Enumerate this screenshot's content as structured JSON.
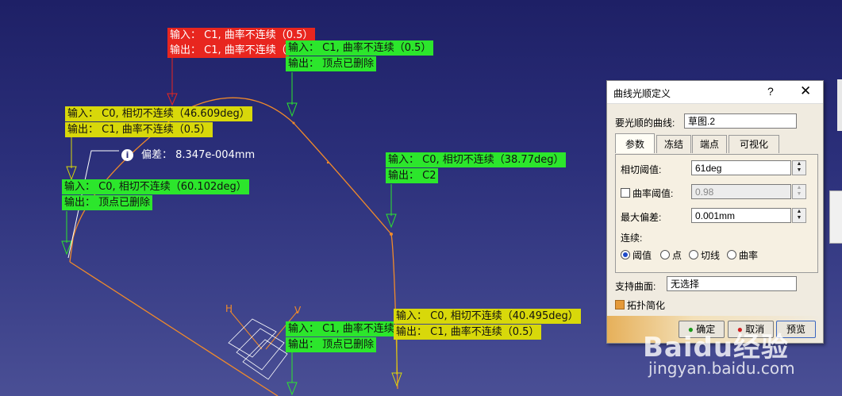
{
  "annotations": [
    {
      "id": "a1",
      "input": "输入： C1, 曲率不连续（0.5）",
      "output": "输出： C1, 曲率不连续（",
      "color": "#e8261f"
    },
    {
      "id": "a2",
      "input": "输入： C1, 曲率不连续（0.5）",
      "output": "输出： 顶点已删除",
      "color": "#2ce62c"
    },
    {
      "id": "a3",
      "input": "输入： C0, 相切不连续（46.609deg）",
      "output": "输出： C1, 曲率不连续（0.5）",
      "color": "#d8d80a"
    },
    {
      "id": "a4",
      "input": "输入： C0, 相切不连续（60.102deg）",
      "output": "输出： 顶点已删除",
      "color": "#2ce62c"
    },
    {
      "id": "a5",
      "input": "输入： C0, 相切不连续（38.77deg）",
      "output": "输出： C2",
      "color": "#2ce62c"
    },
    {
      "id": "a6",
      "input": "输入： C1, 曲率不连续",
      "output": "输出： 顶点已删除",
      "color": "#2ce62c"
    },
    {
      "id": "a7",
      "input": "输入： C0, 相切不连续（40.495deg）",
      "output": "输出： C1, 曲率不连续（0.5）",
      "color": "#d8d80a"
    }
  ],
  "deviation_note": "偏差： 8.347e-004mm",
  "axis_labels": {
    "h": "H",
    "v": "V"
  },
  "dialog": {
    "title": "曲线光顺定义",
    "help": "?",
    "close": "✕",
    "curve_label": "要光顺的曲线:",
    "curve_value": "草图.2",
    "tabs": [
      "参数",
      "冻结",
      "端点",
      "可视化"
    ],
    "tangency_label": "相切阈值:",
    "tangency_value": "61deg",
    "curvature_label": "曲率阈值:",
    "curvature_value": "0.98",
    "max_dev_label": "最大偏差:",
    "max_dev_value": "0.001mm",
    "continuity_label": "连续:",
    "continuity_options": [
      "阈值",
      "点",
      "切线",
      "曲率"
    ],
    "support_label": "支持曲面:",
    "support_value": "无选择",
    "topology_label": "拓扑简化",
    "ok_label": "确定",
    "cancel_label": "取消",
    "preview_label": "预览"
  },
  "watermark": {
    "brand": "Baidu经验",
    "url": "jingyan.baidu.com"
  }
}
